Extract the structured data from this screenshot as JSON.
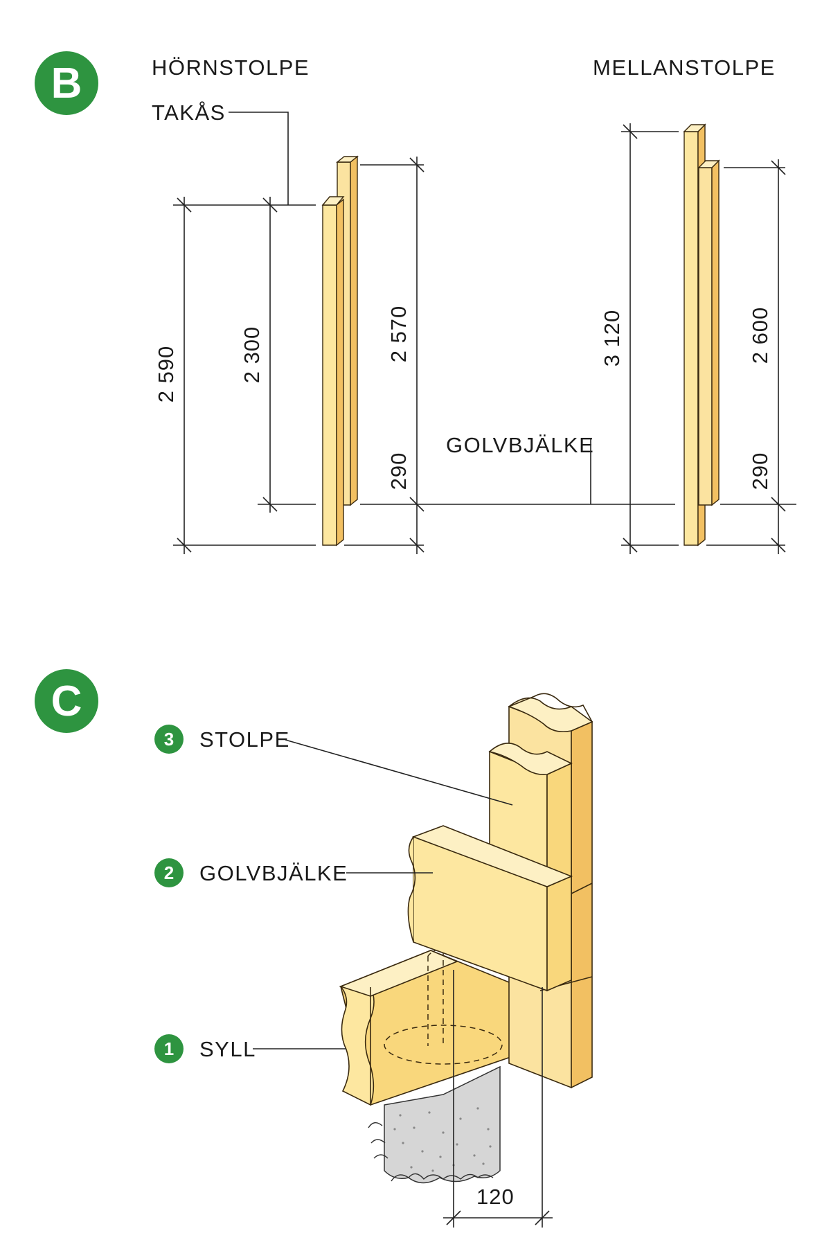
{
  "section_b": {
    "badge": "B",
    "corner_post_title": "HÖRNSTOLPE",
    "middle_post_title": "MELLANSTOLPE",
    "roof_beam_label": "TAKÅS",
    "floor_joist_label": "GOLVBJÄLKE",
    "dimensions": {
      "corner_total": "2 590",
      "corner_to_roof": "2 300",
      "corner_outer": "2 570",
      "corner_bottom": "290",
      "middle_total": "3 120",
      "middle_outer": "2 600",
      "middle_bottom": "290"
    }
  },
  "section_c": {
    "badge": "C",
    "items": [
      {
        "number": "3",
        "label": "STOLPE"
      },
      {
        "number": "2",
        "label": "GOLVBJÄLKE"
      },
      {
        "number": "1",
        "label": "SYLL"
      }
    ],
    "width_dimension": "120"
  },
  "colors": {
    "accent_green": "#2e9440",
    "wood_light": "#fde7a0",
    "wood_mid": "#f9d77c",
    "wood_dark": "#f2c062",
    "concrete": "#d6d6d6"
  }
}
